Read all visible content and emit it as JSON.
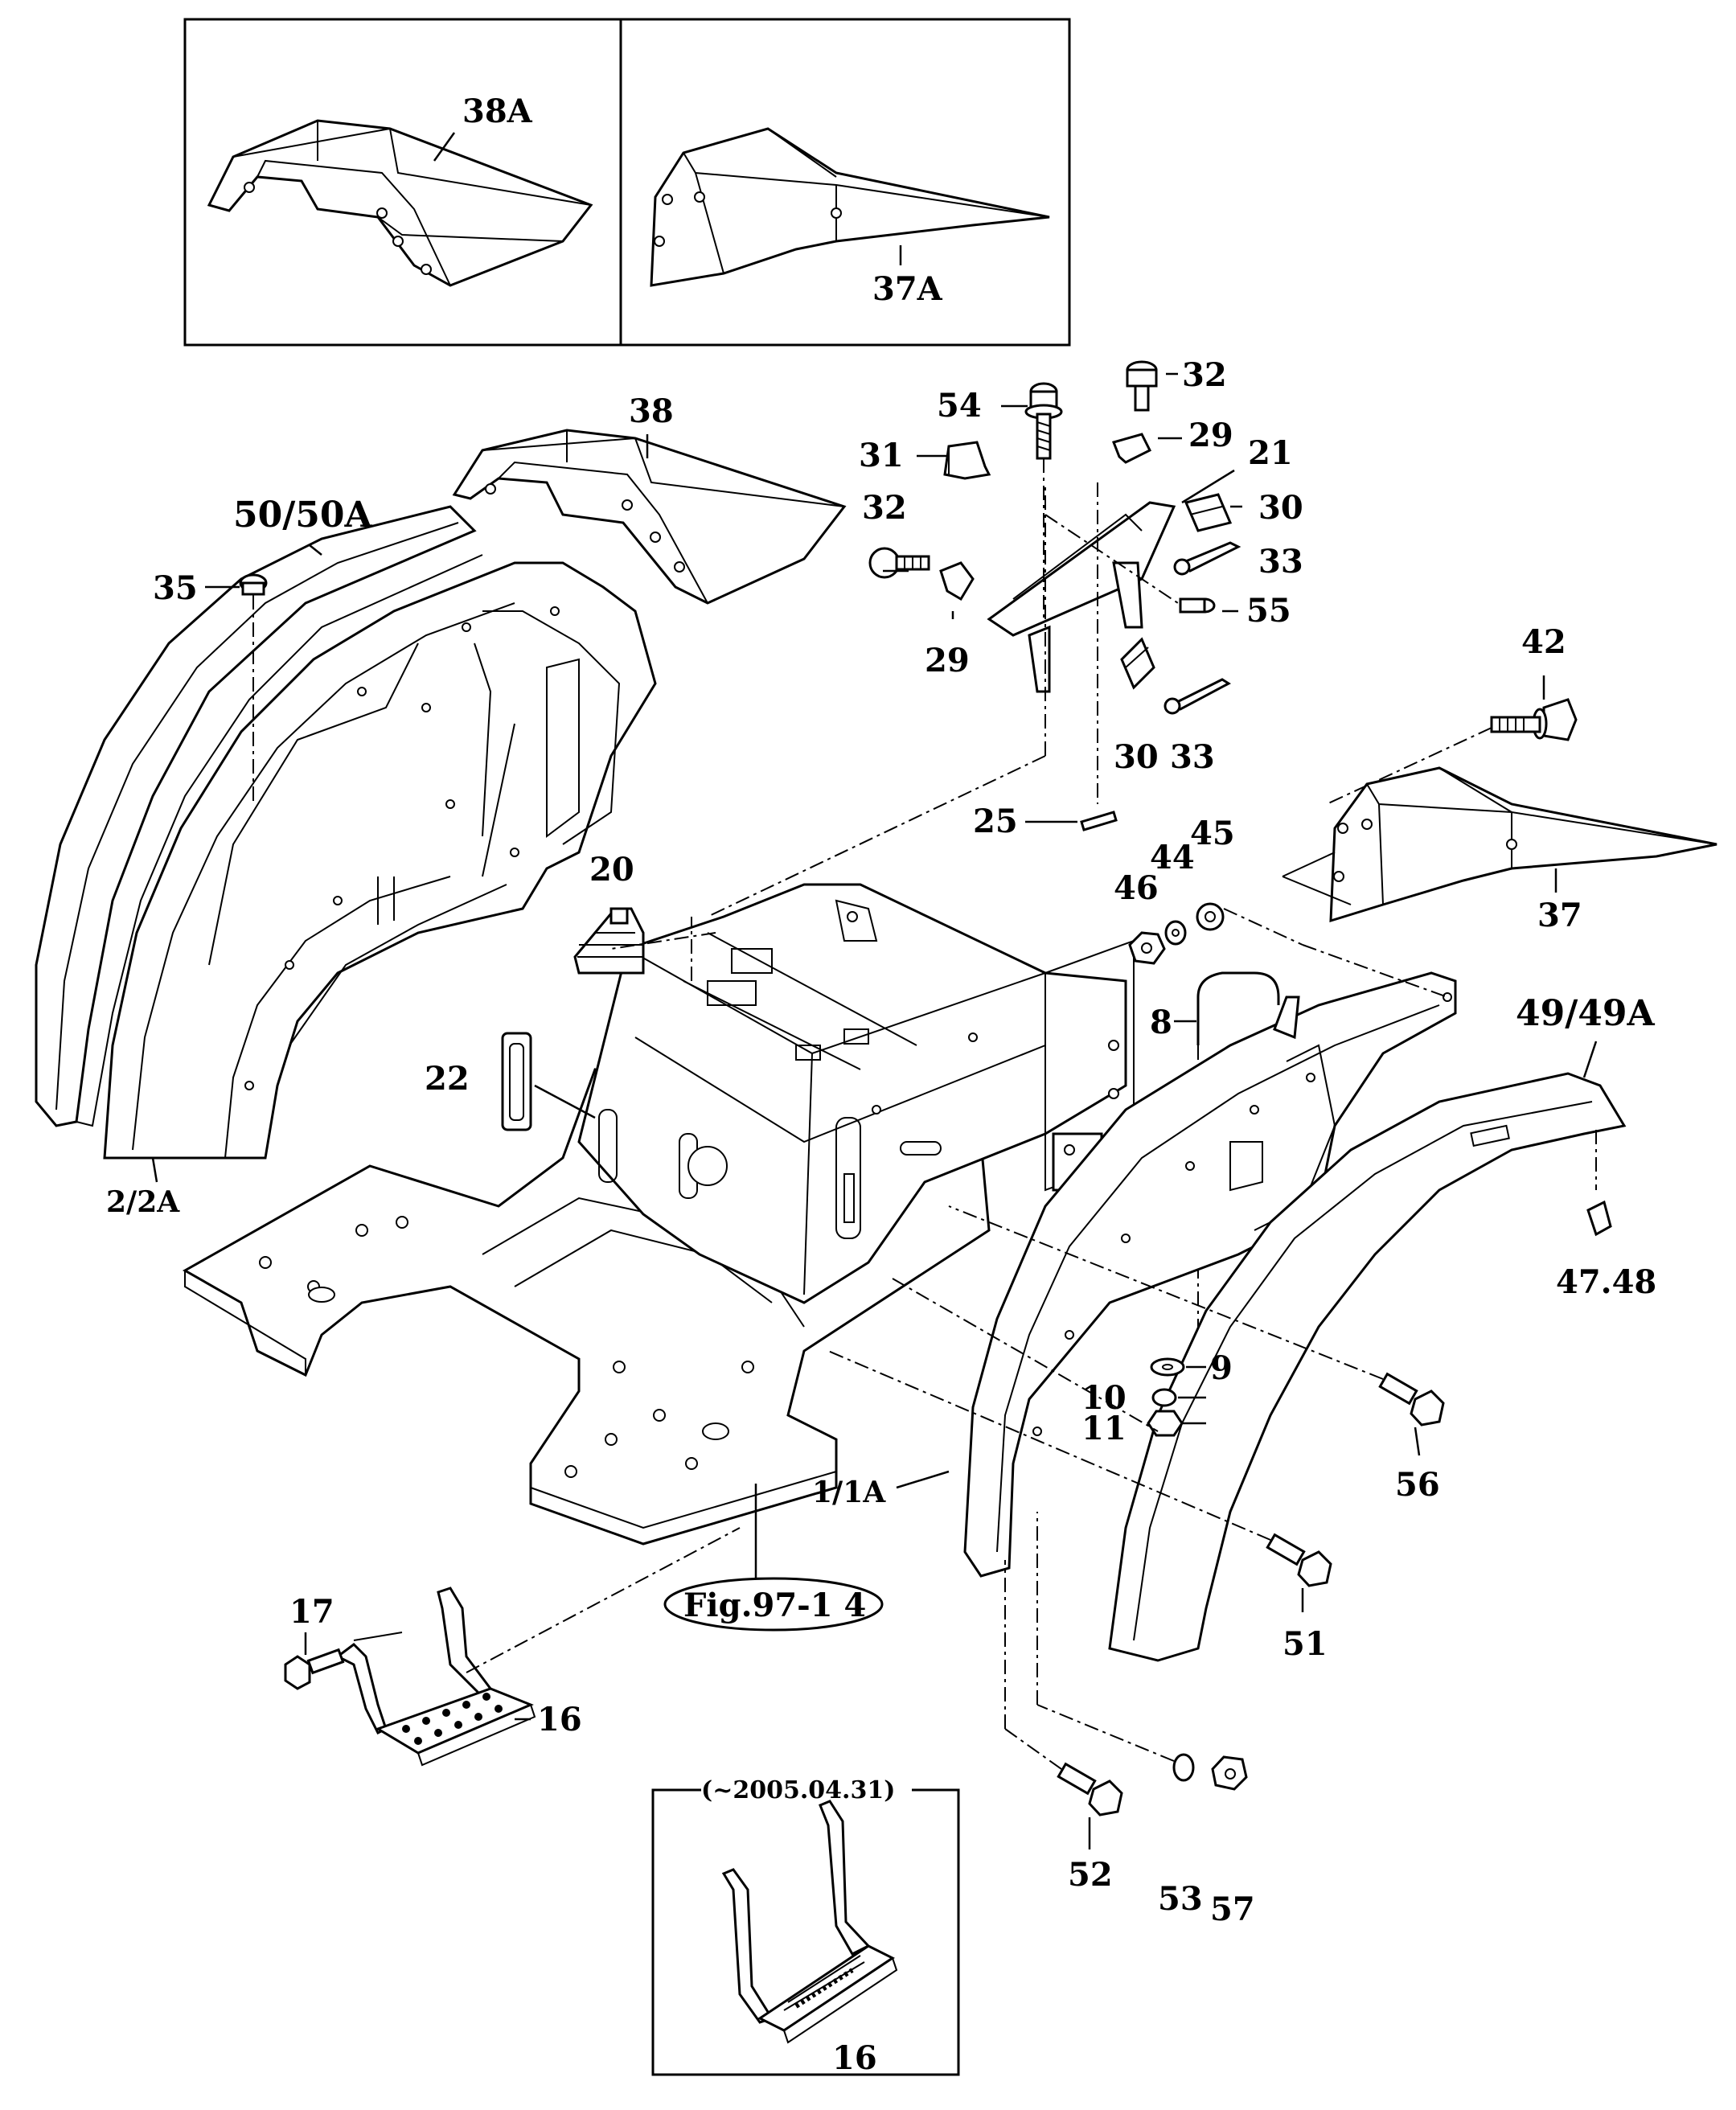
{
  "figure": {
    "callouts": {
      "c38A": "38A",
      "c37A": "37A",
      "c38": "38",
      "c50_50A": "50/50A",
      "c35": "35",
      "c54": "54",
      "c32a": "32",
      "c29a": "29",
      "c31": "31",
      "c21": "21",
      "c32b": "32",
      "c30a": "30",
      "c33a": "33",
      "c55": "55",
      "c29b": "29",
      "c42": "42",
      "c30b": "30",
      "c33b": "33",
      "c25": "25",
      "c37": "37",
      "c46": "46",
      "c44": "44",
      "c45": "45",
      "c20": "20",
      "c8": "8",
      "c49_49A": "49/49A",
      "c22": "22",
      "c2_2A": "2/2A",
      "c47_48": "47.48",
      "c9": "9",
      "c10": "10",
      "c11": "11",
      "c56": "56",
      "c1_1A": "1/1A",
      "c51": "51",
      "c17": "17",
      "c16a": "16",
      "c52": "52",
      "c53": "53",
      "c57": "57",
      "c16b": "16"
    },
    "fig_ref": "Fig.97-1 4",
    "date_note": "(~2005.04.31)"
  }
}
